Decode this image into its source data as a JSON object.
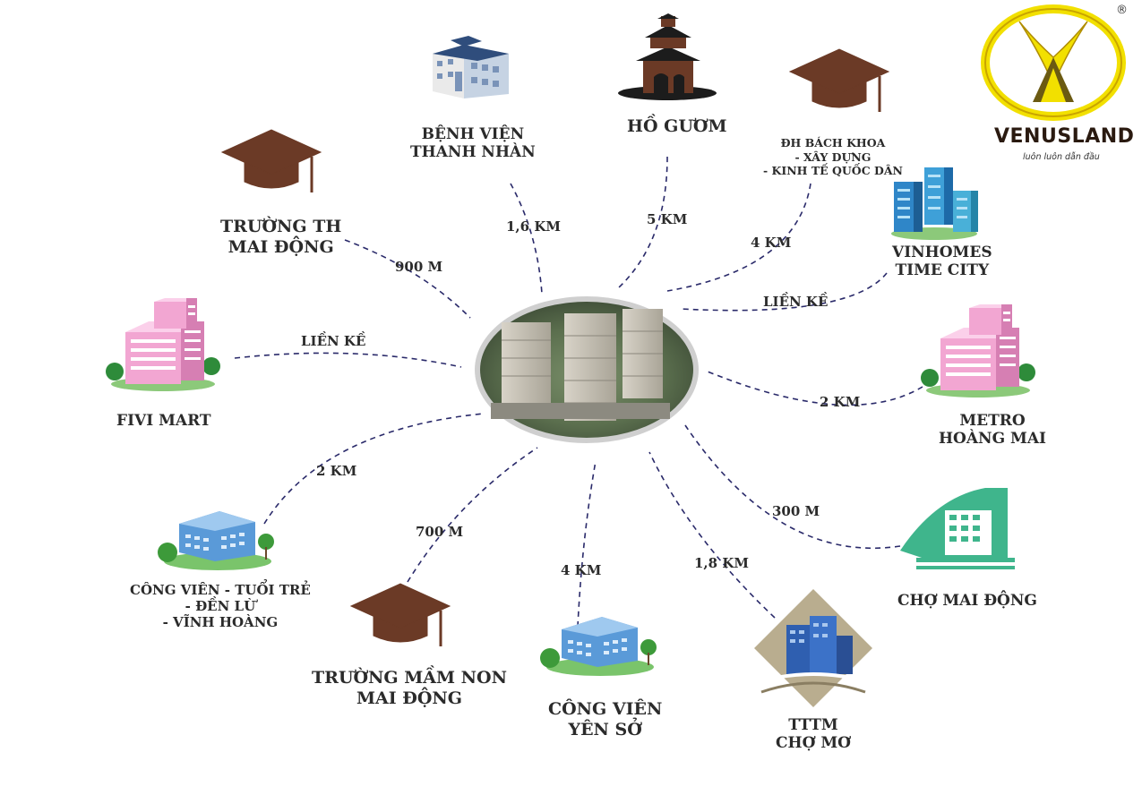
{
  "brand": {
    "name": "VENUSLAND",
    "slogan": "luôn luôn dẫn đầu",
    "registered_mark": "®",
    "ring_color": "#f2e000"
  },
  "colors": {
    "cap": "#6b3a26",
    "pink": "#f2a6d2",
    "blue": "#5a9ad8",
    "teal": "#3fb58c",
    "tan": "#b9ad8f",
    "dash": "#2a2a6a"
  },
  "nodes": {
    "benh_vien": {
      "lines": [
        "BỆNH VIỆN",
        "THANH NHÀN"
      ],
      "distance": "1,6 KM",
      "icon": "hospital-icon"
    },
    "ho_guom": {
      "lines": [
        "HỒ GƯƠM"
      ],
      "distance": "5 KM",
      "icon": "temple-icon"
    },
    "dh_bach_khoa": {
      "lines": [
        "ĐH BÁCH KHOA",
        "- XÂY DỰNG",
        "- KINH TẾ QUỐC DÂN"
      ],
      "distance": "4 KM",
      "icon": "graduation-cap-icon"
    },
    "vinhomes": {
      "lines": [
        "VINHOMES",
        "TIME CITY"
      ],
      "distance": "LIỀN KỀ",
      "icon": "towers-icon"
    },
    "metro": {
      "lines": [
        "METRO",
        "HOÀNG MAI"
      ],
      "distance": "2 KM",
      "icon": "pink-building-icon"
    },
    "cho_mai_dong": {
      "lines": [
        "CHỢ MAI ĐỘNG"
      ],
      "distance": "300 M",
      "icon": "market-icon"
    },
    "tttm": {
      "lines": [
        "TTTM",
        "CHỢ MƠ"
      ],
      "distance": "1,8 KM",
      "icon": "mall-icon"
    },
    "cv_yen_so": {
      "lines": [
        "CÔNG VIÊN",
        "YÊN SỞ"
      ],
      "distance": "4 KM",
      "icon": "park-building-icon"
    },
    "mam_non": {
      "lines": [
        "TRƯỜNG MẦM NON",
        "MAI ĐỘNG"
      ],
      "distance": "700 M",
      "icon": "graduation-cap-icon"
    },
    "cv_tuoi_tre": {
      "lines": [
        "CÔNG VIÊN - TUỔI TRẺ",
        "- ĐỀN LỪ",
        "- VĨNH HOÀNG"
      ],
      "distance": "2 KM",
      "icon": "park-building-icon"
    },
    "fivi": {
      "lines": [
        "FIVI MART"
      ],
      "distance": "LIỀN KỀ",
      "icon": "pink-building-icon"
    },
    "truong_th": {
      "lines": [
        "TRƯỜNG TH",
        "MAI ĐỘNG"
      ],
      "distance": "900 M",
      "icon": "graduation-cap-icon"
    }
  }
}
